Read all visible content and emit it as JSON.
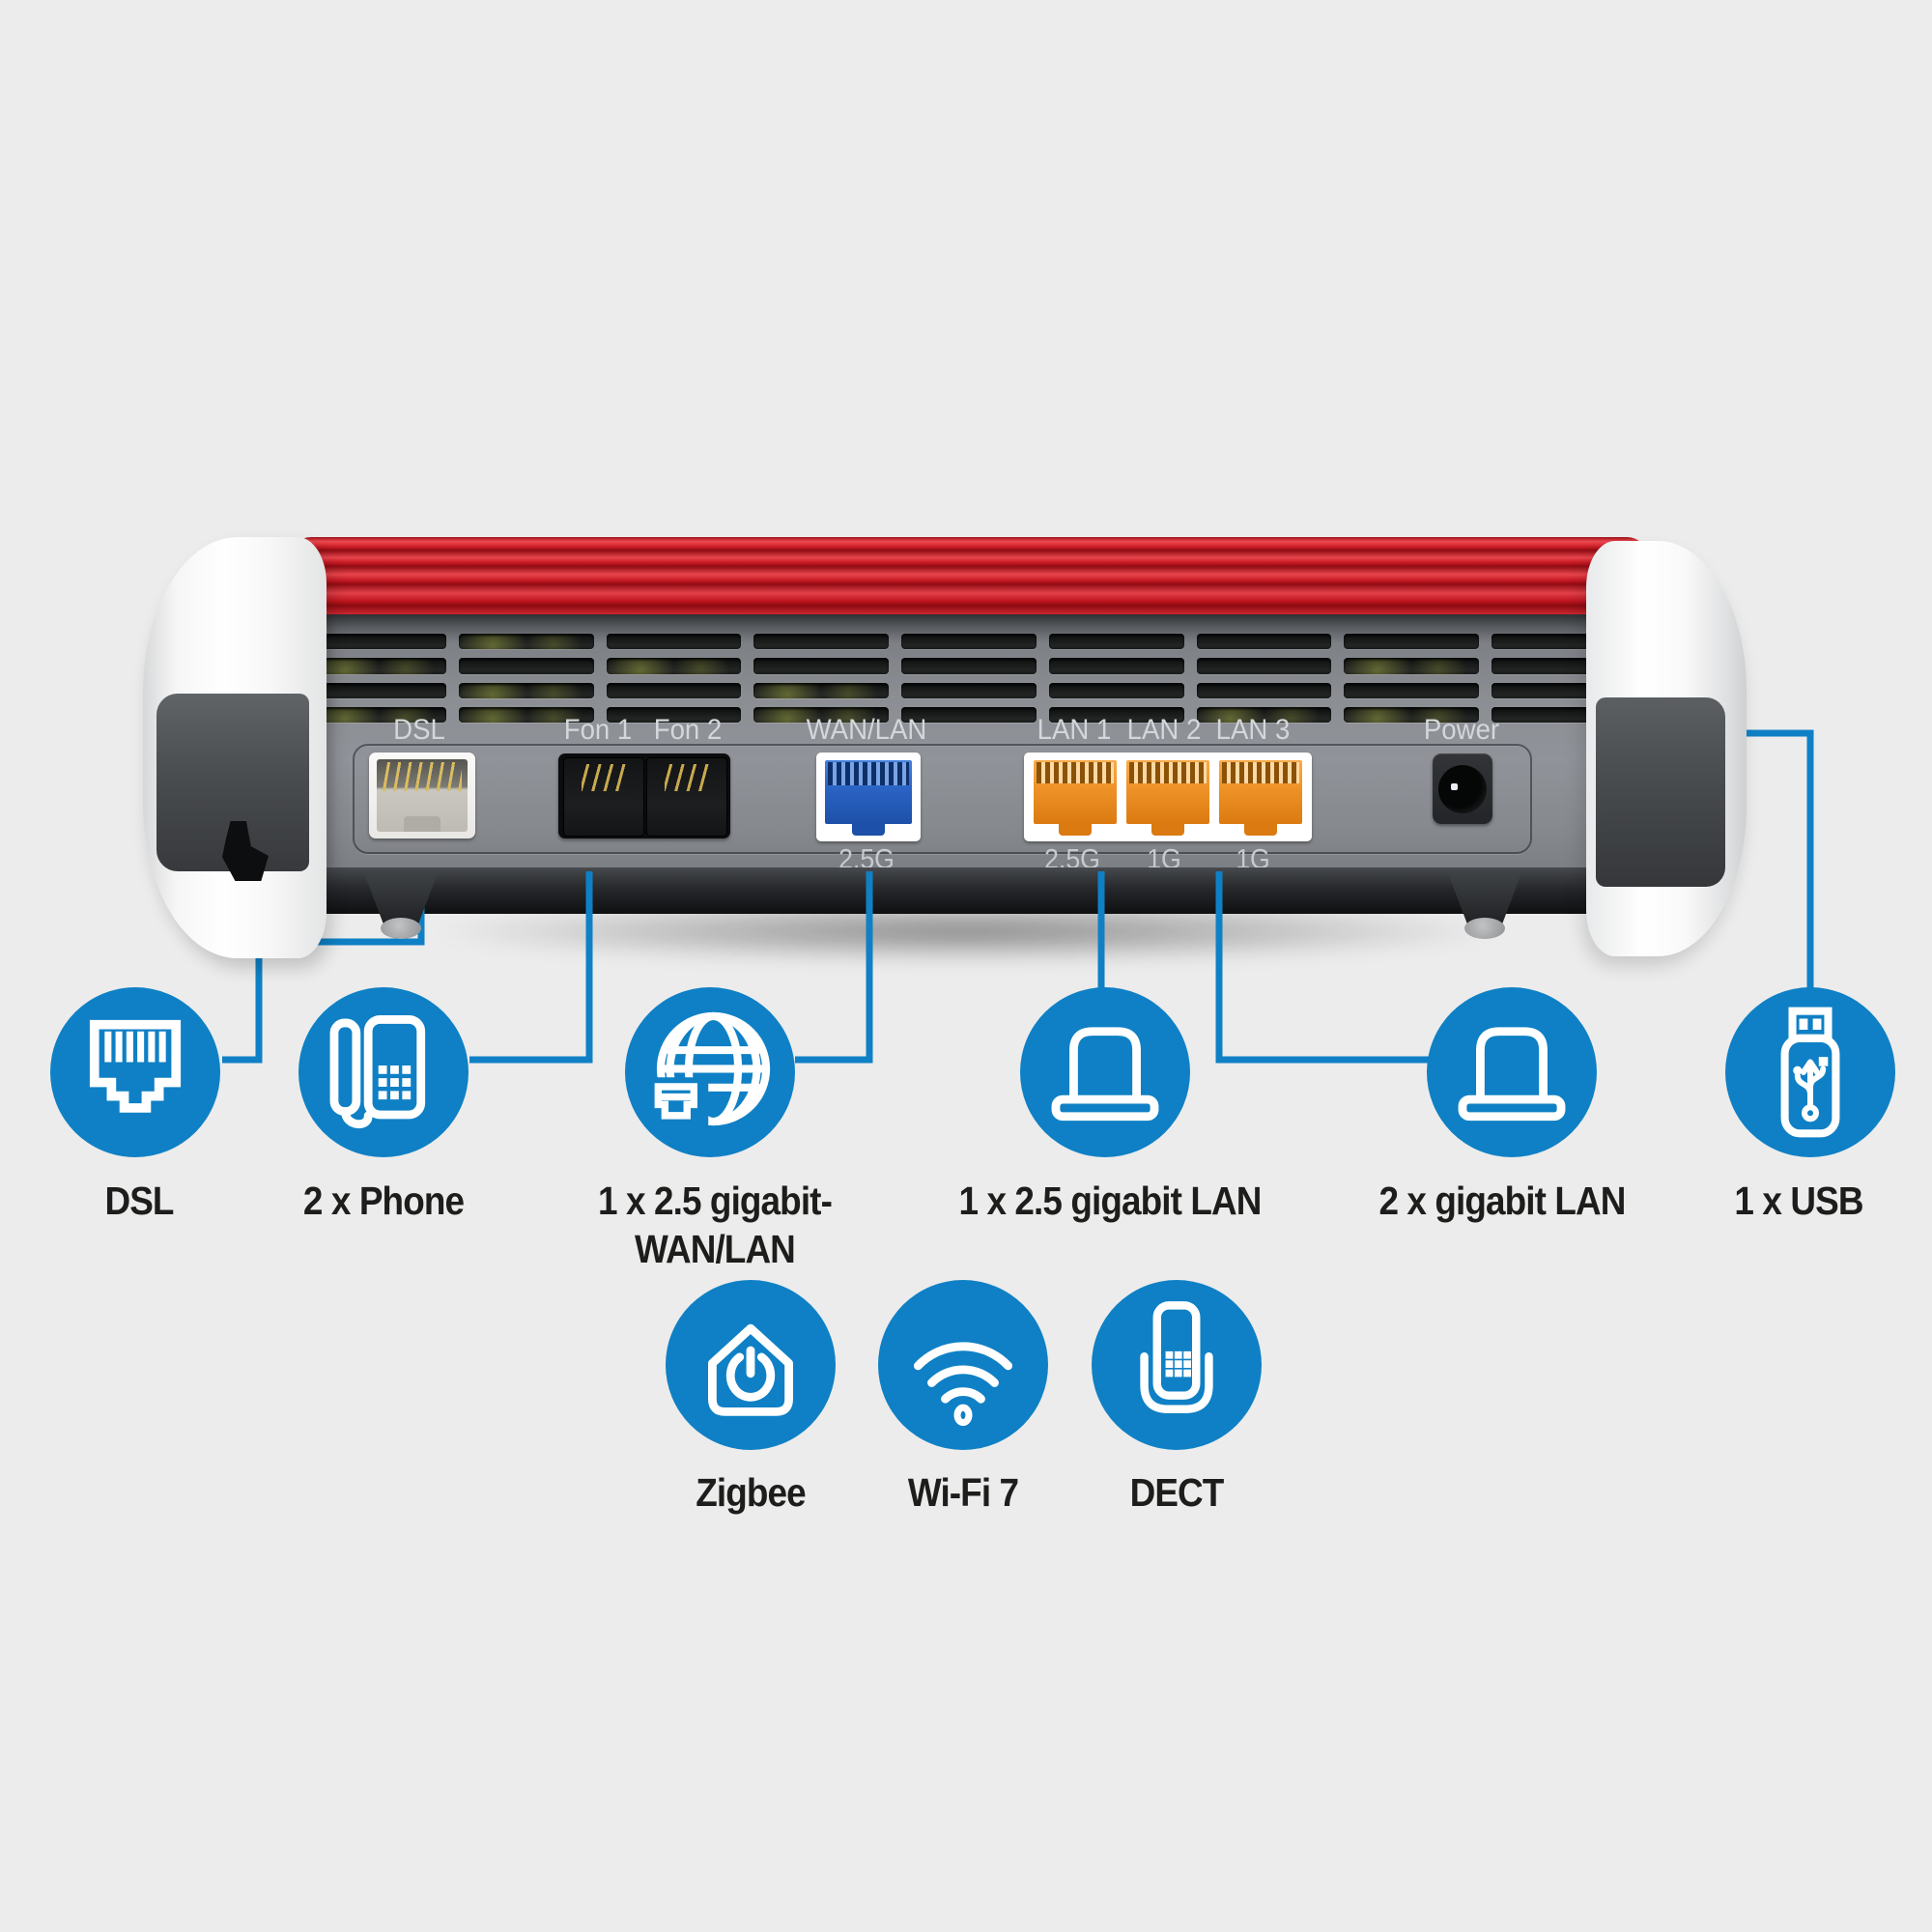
{
  "colors": {
    "accent_blue": "#0f80c5",
    "router_red": "#c41722",
    "body_gray": "#8a8e93",
    "background": "#ececec",
    "wan_port_blue": "#2b63c4",
    "lan_port_orange": "#ee9227"
  },
  "router": {
    "ports": [
      {
        "id": "dsl",
        "label": "DSL"
      },
      {
        "id": "fon1",
        "label": "Fon 1"
      },
      {
        "id": "fon2",
        "label": "Fon 2"
      },
      {
        "id": "wanlan",
        "label": "WAN/LAN"
      },
      {
        "id": "lan1",
        "label": "LAN 1"
      },
      {
        "id": "lan2",
        "label": "LAN 2"
      },
      {
        "id": "lan3",
        "label": "LAN 3"
      },
      {
        "id": "power",
        "label": "Power"
      }
    ],
    "speed_labels": [
      {
        "port": "WAN/LAN",
        "label": "2.5G"
      },
      {
        "port": "LAN 1",
        "label": "2.5G"
      },
      {
        "port": "LAN 2",
        "label": "1G"
      },
      {
        "port": "LAN 3",
        "label": "1G"
      }
    ]
  },
  "features_row1": [
    {
      "icon": "rj45-jack-icon",
      "label": "DSL"
    },
    {
      "icon": "desk-phone-icon",
      "label": "2 x Phone"
    },
    {
      "icon": "globe-ethernet-icon",
      "label": "1 x 2.5 gigabit-",
      "label2": "WAN/LAN"
    },
    {
      "icon": "laptop-icon",
      "label": "1 x 2.5 gigabit LAN"
    },
    {
      "icon": "laptop-icon",
      "label": "2 x gigabit LAN"
    },
    {
      "icon": "usb-stick-icon",
      "label": "1 x USB"
    }
  ],
  "features_row2": [
    {
      "icon": "smart-home-power-icon",
      "label": "Zigbee"
    },
    {
      "icon": "wifi-icon",
      "label": "Wi-Fi 7"
    },
    {
      "icon": "dect-handset-icon",
      "label": "DECT"
    }
  ]
}
